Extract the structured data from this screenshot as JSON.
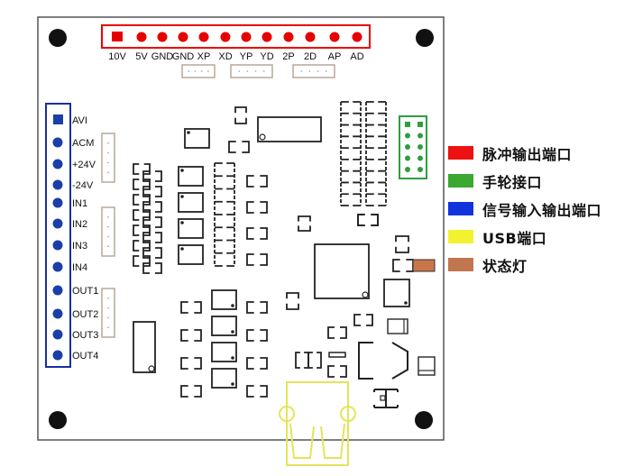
{
  "diagram": {
    "type": "pcb-port-layout",
    "top_connector": {
      "color": "#e60000",
      "pins": [
        "10V",
        "5V",
        "GND",
        "GND",
        "XP",
        "XD",
        "YP",
        "YD",
        "2P",
        "2D",
        "AP",
        "AD"
      ]
    },
    "left_connector": {
      "color": "#1a3fa8",
      "pins": [
        "AVI",
        "ACM",
        "+24V",
        "-24V",
        "IN1",
        "IN2",
        "IN3",
        "IN4",
        "OUT1",
        "OUT2",
        "OUT3",
        "OUT4"
      ]
    },
    "handwheel_header": {
      "color": "#2e9e3e",
      "rows": 5,
      "cols": 2
    },
    "usb_port": {
      "color": "#e8e84a"
    },
    "status_led": {
      "color": "#c8764a"
    }
  },
  "legend": [
    {
      "color": "#ee1111",
      "label": "脉冲输出端口"
    },
    {
      "color": "#3aa832",
      "label": "手轮接口"
    },
    {
      "color": "#1133dd",
      "label": "信号输入输出端口"
    },
    {
      "color": "#f2f230",
      "label": "USB端口"
    },
    {
      "color": "#c0764e",
      "label": "状态灯"
    }
  ]
}
